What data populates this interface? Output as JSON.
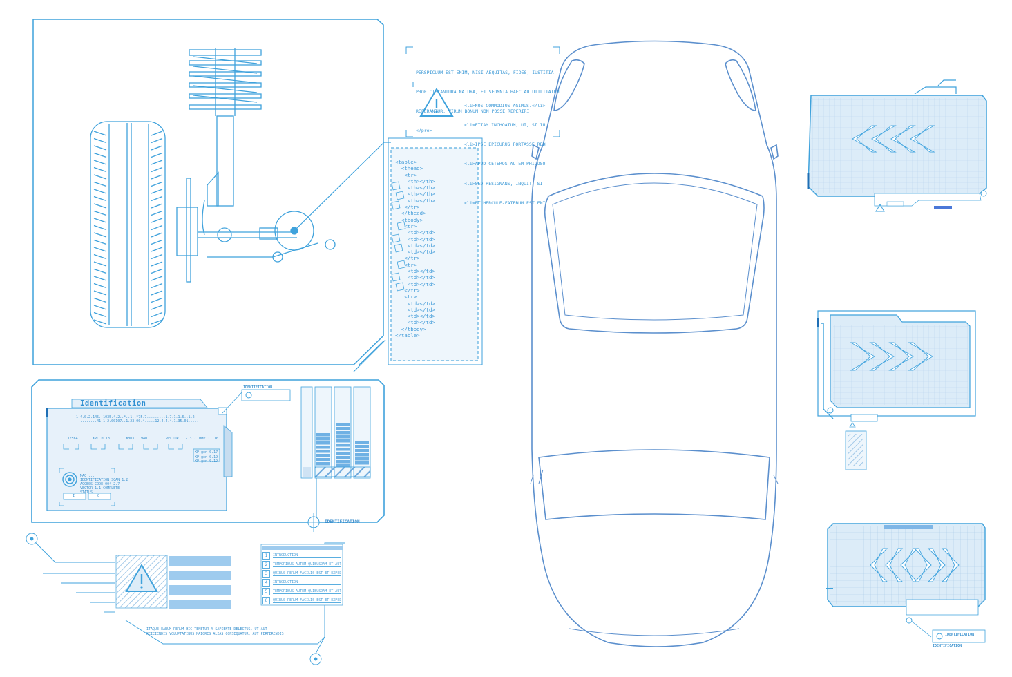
{
  "panel_warning_text": {
    "lines": [
      "PERSPICUUM EST ENIM, NISI AEQUITAS, FIDES, IUSTITIA",
      "PROFICISCANTURA NATURA, ET SEOMNIA HAEC AD UTILITATEM",
      "REFERANTUR, VIRUM BONUM NON POSSE REPERIRI",
      "</pre>"
    ],
    "list_lines": [
      "<li>NOS COMMODIUS AGIMUS.</li>",
      "<li>ETIAM INCHOATUM, UT, SI IUSTE DEPOSI",
      "<li>IPSE EPICURUS FORTASSE REDDERET, U",
      "<li>APUD CETEROS AUTEM PHILOSOPHOS,",
      "<li>SED RESIGNANS, INQUIT, SI PLACET.</li>",
      "<li>ET HERCULE-FATEBUM EST ENIM, QU"
    ]
  },
  "code_panel": {
    "lines": [
      "<table>",
      "  <thead>",
      "   <tr>",
      "    <th></th>",
      "    <th></th>",
      "    <th></th>",
      "    <th></th>",
      "   </tr>",
      "  </thead>",
      "  <tbody>",
      "   <tr>",
      "    <td></td>",
      "    <td></td>",
      "    <td></td>",
      "    <td></td>",
      "   </tr>",
      "   <tr>",
      "    <td></td>",
      "    <td></td>",
      "    <td></td>",
      "   </tr>",
      "   <tr>",
      "    <td></td>",
      "    <td></td>",
      "    <td></td>",
      "    <td></td>",
      "  </tbody>",
      "</table>"
    ]
  },
  "identification_panel": {
    "title": "Identification",
    "fields": [
      "137564",
      "XPC 0.13",
      "WBOX .1940",
      "VECTOR 1.2.3.7",
      "MMP 11.16"
    ],
    "tag_label": "IDENTIFICATION",
    "bottom_label": "IDENTIFICATION",
    "buttons": [
      "I",
      "O"
    ],
    "bars": [
      0.42,
      0.55,
      0.32
    ]
  },
  "numbered_list": {
    "numbers": [
      "1",
      "2",
      "3",
      "4",
      "5",
      "6"
    ],
    "items": [
      "INTRODUCTION",
      "TEMPORIBUS AUTEM QUIBUSDAM ET AUT OFFICIIS DEBITIS",
      "QUIBUS RERUM FACILIS EST ET EXPEDITA DISTINCTIO",
      "INTRODUCTION",
      "TEMPORIBUS AUTEM QUIBUSDAM ET AUT OFFICIIS DEBITIS",
      "QUIBUS RERUM FACILIS EST ET EXPEDITA DISTINCTIO"
    ]
  },
  "warning_caption": {
    "lines": [
      "ITAQUE EARUM RERUM HIC TENETUR A SAPIENTE DELECTUS, UT AUT",
      "REICIENDIS VOLUPTATIBUS MAIORES ALIAS CONSEQUATUR, AUT PERFERENDIS"
    ]
  },
  "right_tags": [
    "IDENTIFICATION",
    "IDENTIFICATION"
  ],
  "colors": {
    "line": "#3fa2dc",
    "fill": "#dcecf8",
    "accent": "#2e86d0",
    "chevron": "#ffffff"
  },
  "icons": [
    "warning-icon",
    "chevron-left-icon",
    "chevron-right-icon",
    "fingerprint-icon"
  ]
}
